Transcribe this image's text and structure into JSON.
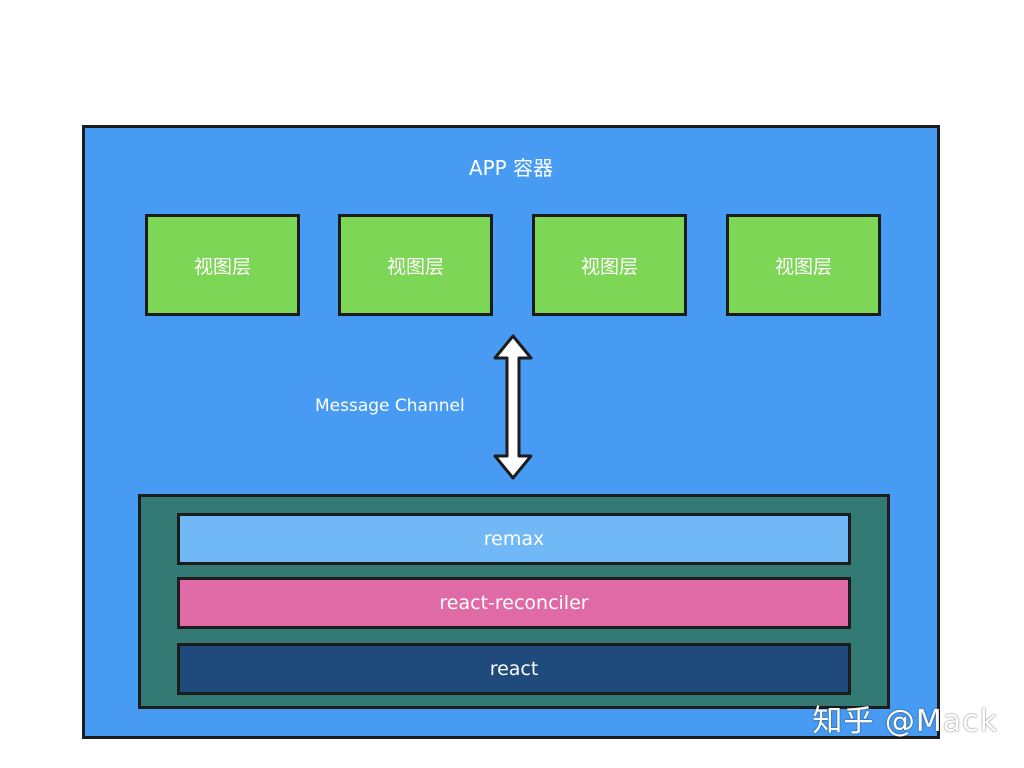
{
  "app": {
    "title": "APP 容器"
  },
  "view_layers": [
    {
      "label": "视图层"
    },
    {
      "label": "视图层"
    },
    {
      "label": "视图层"
    },
    {
      "label": "视图层"
    }
  ],
  "channel": {
    "label": "Message Channel"
  },
  "runtime_stack": [
    {
      "label": "remax",
      "color": "#71b8f6"
    },
    {
      "label": "react-reconciler",
      "color": "#e06aa6"
    },
    {
      "label": "react",
      "color": "#1f4a7b"
    }
  ],
  "watermark": {
    "text": "知乎 @Mack"
  },
  "colors": {
    "app_container": "#479bf3",
    "view_layer": "#7ed657",
    "runtime_box": "#347a74",
    "border": "#1c1c1c"
  },
  "icons": {
    "channel_arrow": "double-headed-vertical-arrow-icon"
  }
}
